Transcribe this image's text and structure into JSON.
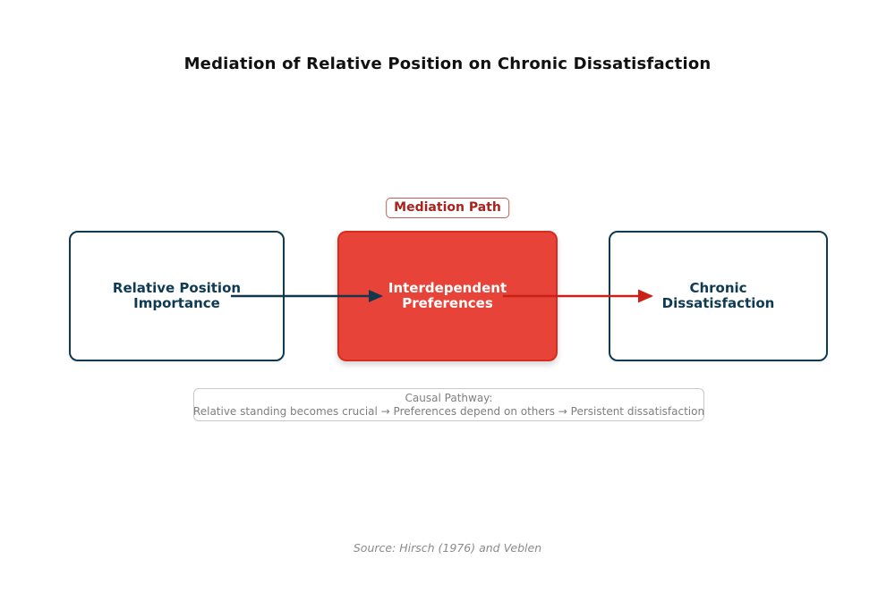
{
  "title": "Mediation of Relative Position on Chronic Dissatisfaction",
  "mediation_label": "Mediation Path",
  "nodes": {
    "predictor": {
      "line1": "Relative Position",
      "line2": "Importance"
    },
    "mediator": {
      "line1": "Interdependent",
      "line2": "Preferences"
    },
    "outcome": {
      "line1": "Chronic",
      "line2": "Dissatisfaction"
    }
  },
  "causal_pathway": {
    "heading": "Causal Pathway:",
    "text": "Relative standing becomes crucial → Preferences depend on others → Persistent dissatisfaction"
  },
  "source": "Source: Hirsch (1976) and Veblen",
  "colors": {
    "navy": "#0e3a52",
    "mediator_fill": "#e84338",
    "mediator_border": "#d62d20",
    "arrow_in": "#14374d",
    "arrow_out": "#c92118",
    "label_red_text": "#a9231e",
    "label_red_border": "#bf6156",
    "muted_gray": "#7f7f7f"
  }
}
